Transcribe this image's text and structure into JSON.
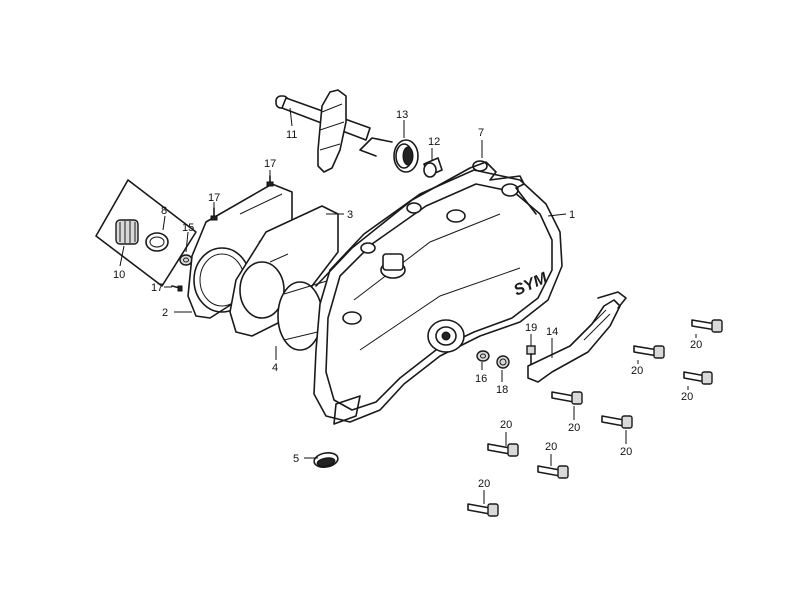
{
  "labels": {
    "l1": "1",
    "l2": "2",
    "l3": "3",
    "l4": "4",
    "l5": "5",
    "l8": "8",
    "l10": "10",
    "l11": "11",
    "l12": "12",
    "l13": "13",
    "l14": "14",
    "l15": "15",
    "l16": "16",
    "l17a": "17",
    "l17b": "17",
    "l17c": "17",
    "l18": "18",
    "l19": "19",
    "l20a": "20",
    "l20b": "20",
    "l20c": "20",
    "l20d": "20",
    "l20e": "20",
    "l20f": "20",
    "l20g": "20",
    "l20h": "20"
  },
  "cover_logo": "SYM"
}
